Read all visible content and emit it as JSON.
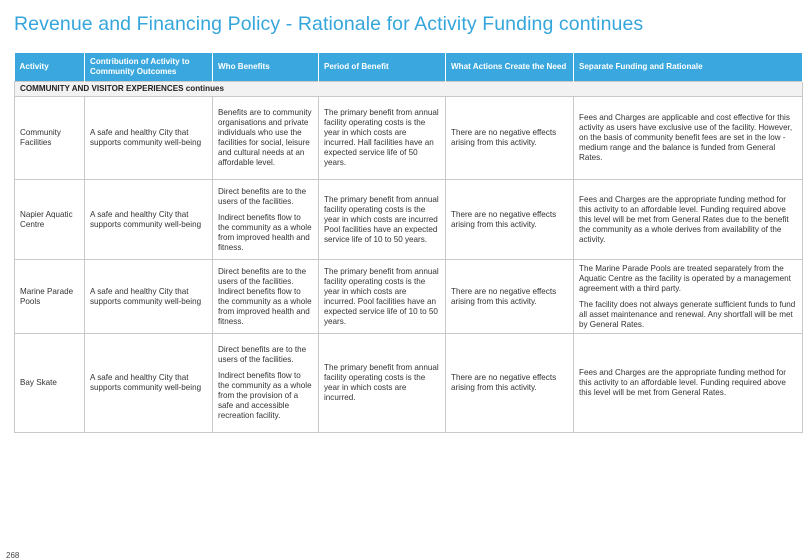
{
  "title": "Revenue and Financing Policy - Rationale for Activity Funding continues",
  "headers": {
    "activity": "Activity",
    "contribution": "Contribution of Activity to Community Outcomes",
    "who": "Who Benefits",
    "period": "Period of Benefit",
    "actions": "What Actions Create the Need",
    "funding": "Separate Funding and Rationale"
  },
  "section_label": "COMMUNITY AND VISITOR EXPERIENCES continues",
  "rows": [
    {
      "activity": "Community Facilities",
      "contribution": "A safe and healthy City that supports community well-being",
      "who": [
        "Benefits are to community organisations and private individuals who use the facilities for social, leisure and cultural needs at an affordable level."
      ],
      "period": "The primary benefit from annual facility operating costs is the year in which costs are incurred. Hall facilities have an expected service life of 50 years.",
      "actions": "There are no negative effects arising from this activity.",
      "funding": [
        "Fees and Charges are applicable and cost effective for this activity as users have exclusive use of the facility. However, on the basis of community benefit fees are set in the low - medium range and the balance is funded from General Rates."
      ]
    },
    {
      "activity": "Napier Aquatic Centre",
      "contribution": "A safe and healthy City that supports community well-being",
      "who": [
        "Direct benefits are to the users of the facilities.",
        "Indirect benefits flow to the community as a whole from improved health and fitness."
      ],
      "period": "The primary benefit from annual facility operating costs is the year in which costs are incurred Pool facilities have an expected service life of 10 to 50 years.",
      "actions": "There are no negative effects arising from this activity.",
      "funding": [
        "Fees and Charges are the appropriate funding method for this activity to an affordable level. Funding required above this level will be met from General Rates due to the benefit the community as a whole derives from availability of the activity."
      ]
    },
    {
      "activity": "Marine Parade Pools",
      "contribution": "A safe and healthy City that supports community well-being",
      "who": [
        "Direct benefits are to the users of the facilities. Indirect benefits flow to the community as a whole from improved health and fitness."
      ],
      "period": "The primary benefit from annual facility operating costs is the year in which costs are incurred. Pool facilities have an expected service life of 10 to 50 years.",
      "actions": "There are no negative effects arising from this activity.",
      "funding": [
        "The Marine Parade Pools are treated separately from the Aquatic Centre as the facility is operated by a management agreement with a third party.",
        "The facility does not always generate sufficient funds to fund all asset maintenance and renewal.  Any shortfall will be met by General Rates."
      ]
    },
    {
      "activity": "Bay Skate",
      "contribution": "A safe and healthy City that supports community well-being",
      "who": [
        "Direct benefits are to the users of the facilities.",
        "Indirect benefits flow to the community as a whole from the provision of a safe and accessible recreation facility."
      ],
      "period": "The primary benefit from annual facility operating costs is the year in which costs are incurred.",
      "actions": "There are no negative effects arising from this activity.",
      "funding": [
        "Fees and Charges are the appropriate funding method for this activity to an affordable level. Funding required above this level will be met from General Rates."
      ]
    }
  ],
  "page_number": "268"
}
